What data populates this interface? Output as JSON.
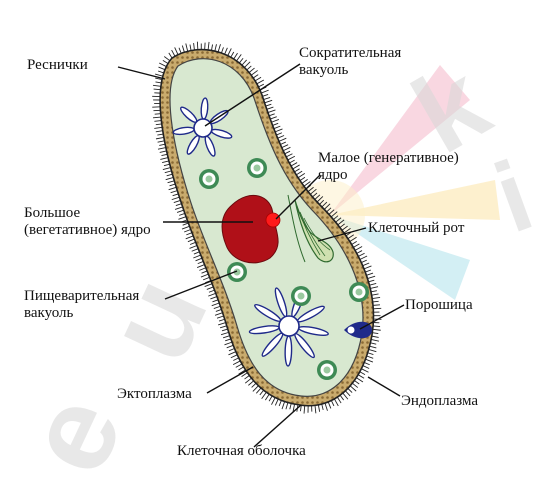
{
  "watermark": {
    "letters": [
      "e",
      "u",
      "k",
      "i"
    ],
    "colors": [
      "#f3a9c0",
      "#f7e2a4",
      "#a4dde6"
    ]
  },
  "labels": {
    "cilia": "Реснички",
    "contractile": [
      "Сократительная",
      "вакуоль"
    ],
    "micronucleus": [
      "Малое (генеративное)",
      "ядро"
    ],
    "macronucleus": [
      "Большое",
      "(вегетативное) ядро"
    ],
    "mouth": "Клеточный рот",
    "digestive": [
      "Пищеварительная",
      "вакуоль"
    ],
    "anal_pore": "Порошица",
    "ectoplasm": "Эктоплазма",
    "endoplasm": "Эндоплазма",
    "membrane": "Клеточная оболочка"
  },
  "colors": {
    "cytoplasm": "#d8e8d0",
    "pellicle": "#c7a96a",
    "macronucleus": "#b01018",
    "micronucleus": "#ff1a1a",
    "vacuole_star": "#1f2a8a",
    "food_vacuole": "#3e8a55"
  }
}
